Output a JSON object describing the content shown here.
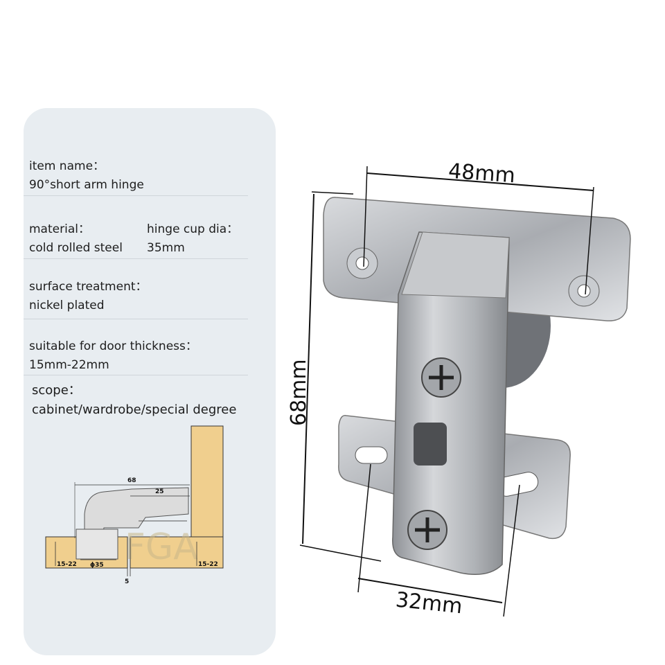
{
  "specs": {
    "item_name": {
      "label": "item name：",
      "value": "90°short arm hinge"
    },
    "material": {
      "label": "material：",
      "value": "cold rolled steel"
    },
    "cup_dia": {
      "label": "hinge cup dia：",
      "value": "35mm"
    },
    "surface": {
      "label": "surface treatment：",
      "value": "nickel plated"
    },
    "door": {
      "label": "suitable for door thickness：",
      "value": "15mm-22mm"
    },
    "scope": {
      "label": "scope：",
      "value": "cabinet/wardrobe/special degree"
    }
  },
  "diagram": {
    "overall": "68",
    "arm": "25",
    "left_thickness": "15-22",
    "right_thickness": "15-22",
    "cup": "ϕ35",
    "gap": "5",
    "watermark": "FGA"
  },
  "dimensions": {
    "width": "48mm",
    "height": "68mm",
    "plate": "32mm"
  },
  "colors": {
    "panel": "#e8edf1",
    "wood": "#f0cf8e",
    "metal": "#b9bcc0"
  }
}
